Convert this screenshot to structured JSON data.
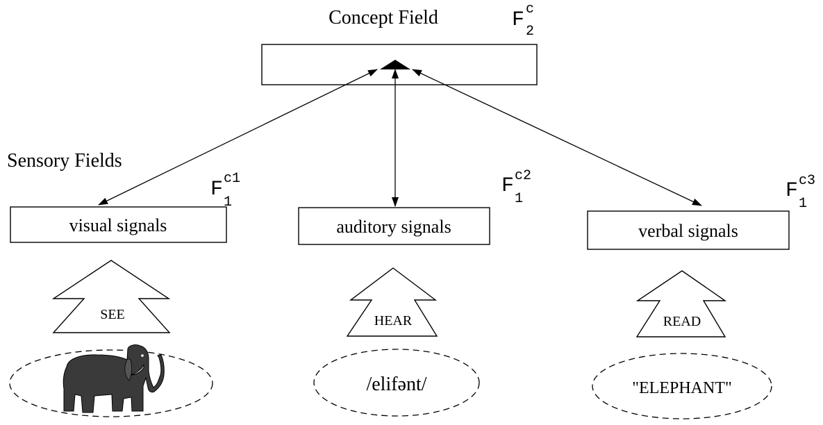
{
  "title": "Concept Field",
  "sensory_title": "Sensory Fields",
  "concept_field_symbol": {
    "base": "F",
    "sup": "c",
    "sub": "2"
  },
  "fields": [
    {
      "label": "visual signals",
      "symbol": {
        "base": "F",
        "sup": "c1",
        "sub": "1"
      },
      "action": "SEE",
      "stimulus": "",
      "stimulus_icon": "elephant-icon"
    },
    {
      "label": "auditory signals",
      "symbol": {
        "base": "F",
        "sup": "c2",
        "sub": "1"
      },
      "action": "HEAR",
      "stimulus": "/elifənt/"
    },
    {
      "label": "verbal signals",
      "symbol": {
        "base": "F",
        "sup": "c3",
        "sub": "1"
      },
      "action": "READ",
      "stimulus": "\"ELEPHANT\""
    }
  ]
}
